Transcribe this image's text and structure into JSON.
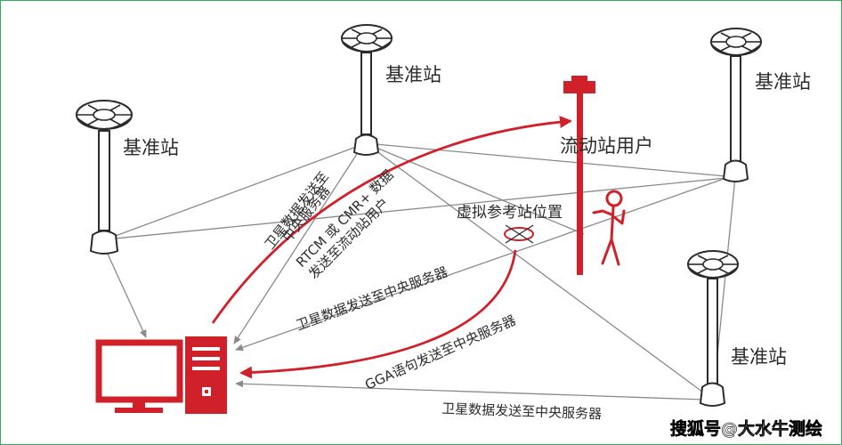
{
  "labels": {
    "base_station_1": "基准站",
    "base_station_2": "基准站",
    "base_station_3": "基准站",
    "base_station_4": "基准站",
    "rover_user": "流动站用户",
    "virtual_ref": "虚拟参考站位置",
    "sat_to_center_a_line1": "卫星数据发送至",
    "sat_to_center_a_line2": "中央服务器",
    "rtcm_line1": "RTCM 或 CMR+ 数据",
    "rtcm_line2": "发送至流动站用户",
    "sat_to_center_b": "卫星数据发送至中央服务器",
    "gga_to_center": "GGA语句发送至中央服务器",
    "sat_to_center_c": "卫星数据发送至中央服务器"
  },
  "watermark": "搜狐号@大水牛测绘",
  "colors": {
    "accent_red": "#d0202a",
    "line_gray": "#8a8a8a",
    "text": "#2b2b2b",
    "frame_green": "#2fae5a"
  }
}
